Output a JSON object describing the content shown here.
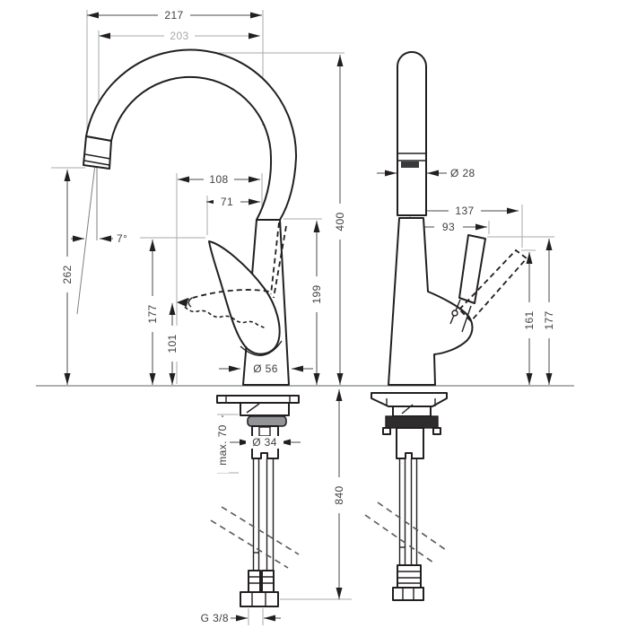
{
  "page": {
    "background": "#ffffff"
  },
  "drawing": {
    "type": "technical-dimension-drawing",
    "subject": "single-lever kitchen mixer tap, front view and side view with mounting parts",
    "colors": {
      "outline": "#231f20",
      "dimension": "#414042",
      "extension": "#a6a8ab",
      "counter_line": "#939598"
    },
    "front_view": {
      "dims": {
        "reach_outer": "217",
        "reach_inner": "203",
        "handle_reach_dashed": "108",
        "handle_reach": "71",
        "height_total": "400",
        "height_spout_outlet": "262",
        "height_body_top": "199",
        "height_handle_tip": "177",
        "height_handle_lowered": "101",
        "stream_angle": "7°",
        "base_diameter": "Ø 56",
        "shank_diameter": "Ø 34",
        "max_counter_thickness": "max. 70",
        "hose_length": "840",
        "hose_thread": "G 3/8"
      }
    },
    "side_view": {
      "dims": {
        "spout_diameter": "Ø 28",
        "handle_reach_raised": "137",
        "handle_reach": "93",
        "height_handle_raised": "161",
        "height_handle_tip": "177"
      }
    }
  }
}
